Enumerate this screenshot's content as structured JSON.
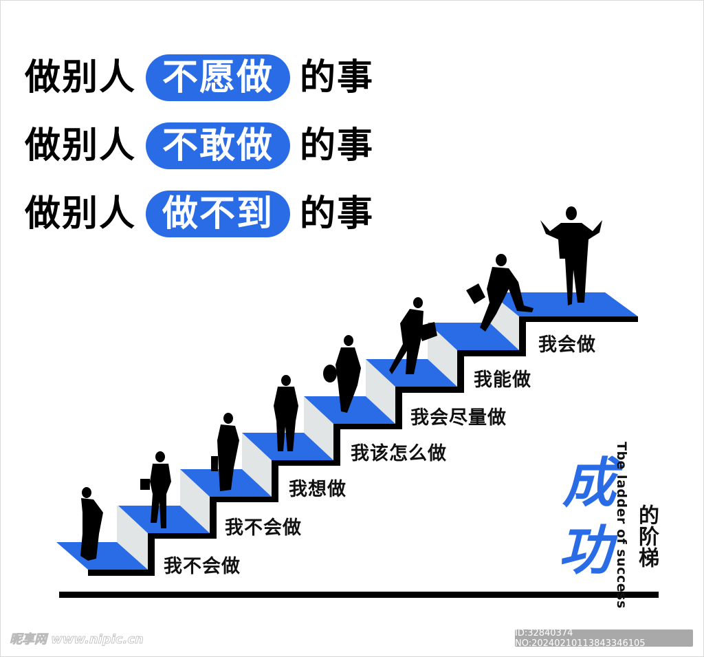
{
  "slogans": [
    {
      "prefix": "做别人",
      "highlight": "不愿做",
      "suffix": "的事"
    },
    {
      "prefix": "做别人",
      "highlight": "不敢做",
      "suffix": "的事"
    },
    {
      "prefix": "做别人",
      "highlight": "做不到",
      "suffix": "的事"
    }
  ],
  "steps": [
    {
      "label": "我不会做"
    },
    {
      "label": "我不会做"
    },
    {
      "label": "我想做"
    },
    {
      "label": "我该怎么做"
    },
    {
      "label": "我会尽量做"
    },
    {
      "label": "我能做"
    },
    {
      "label": "我会做"
    }
  ],
  "title": {
    "big_chars": [
      "成",
      "功"
    ],
    "english": "Tbe ladder of success",
    "chinese_suffix": "的阶梯"
  },
  "colors": {
    "accent_blue": "#2a6ce6",
    "riser_gray": "#e2e5e6",
    "outline": "#000000"
  },
  "watermark": {
    "site": "昵享网 www.nipic.cn",
    "id_text": "ID:32840374 NO:20240210113843346105"
  }
}
